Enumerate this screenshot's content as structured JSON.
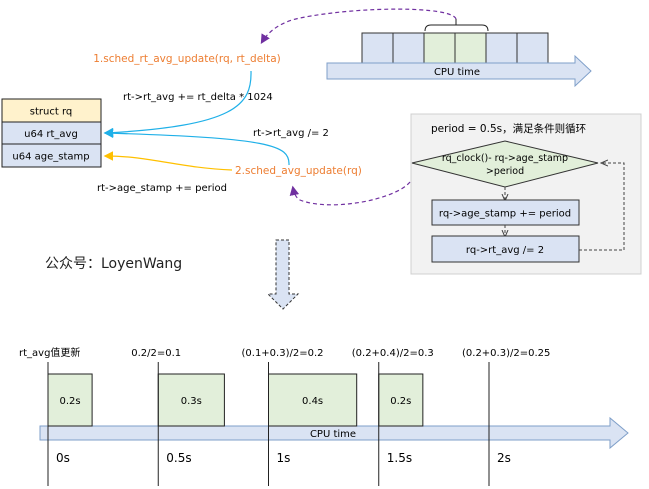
{
  "colors": {
    "orange_text": "#ED7D31",
    "blue_arrow": "#1FB0E8",
    "yellow_arrow": "#FFC000",
    "purple_dashed": "#7030A0",
    "cell_blue": "#DAE3F3",
    "cell_green": "#E2EFDA",
    "struct_header": "#FFF2CC",
    "panel_bg": "#F2F2F2",
    "axis_fill": "#DAE3F3",
    "axis_stroke": "#7F9FC9"
  },
  "top_timeline": {
    "axis_label": "CPU time",
    "cells": [
      "blue",
      "blue",
      "green",
      "green",
      "blue",
      "blue"
    ]
  },
  "struct_rq": {
    "header": "struct rq",
    "fields": [
      "u64 rt_avg",
      "u64 age_stamp"
    ]
  },
  "calls": {
    "call1": "1.sched_rt_avg_update(rq, rt_delta)",
    "call1_effect": "rt->rt_avg += rt_delta * 1024",
    "call2": "2.sched_avg_update(rq)",
    "call2_effect_rt_avg": "rt->rt_avg /= 2",
    "call2_effect_age_stamp": "rt->age_stamp += period"
  },
  "flow_panel": {
    "title": "period = 0.5s，满足条件则循环",
    "condition_line1": "rq_clock()- rq->age_stamp",
    "condition_line2": ">period",
    "step1": "rq->age_stamp += period",
    "step2": "rq->rt_avg /= 2"
  },
  "watermark": "公众号：LoyenWang",
  "bottom_timeline": {
    "axis_label": "CPU time",
    "update_labels": [
      "rt_avg值更新",
      "0.2/2=0.1",
      "(0.1+0.3)/2=0.2",
      "(0.2+0.4)/2=0.3",
      "(0.2+0.3)/2=0.25"
    ],
    "time_labels": [
      "0s",
      "0.5s",
      "1s",
      "1.5s",
      "2s"
    ],
    "run_blocks": [
      {
        "start": 0.0,
        "duration": 0.2,
        "label": "0.2s"
      },
      {
        "start": 0.5,
        "duration": 0.3,
        "label": "0.3s"
      },
      {
        "start": 1.0,
        "duration": 0.4,
        "label": "0.4s"
      },
      {
        "start": 1.5,
        "duration": 0.2,
        "label": "0.2s"
      }
    ]
  }
}
